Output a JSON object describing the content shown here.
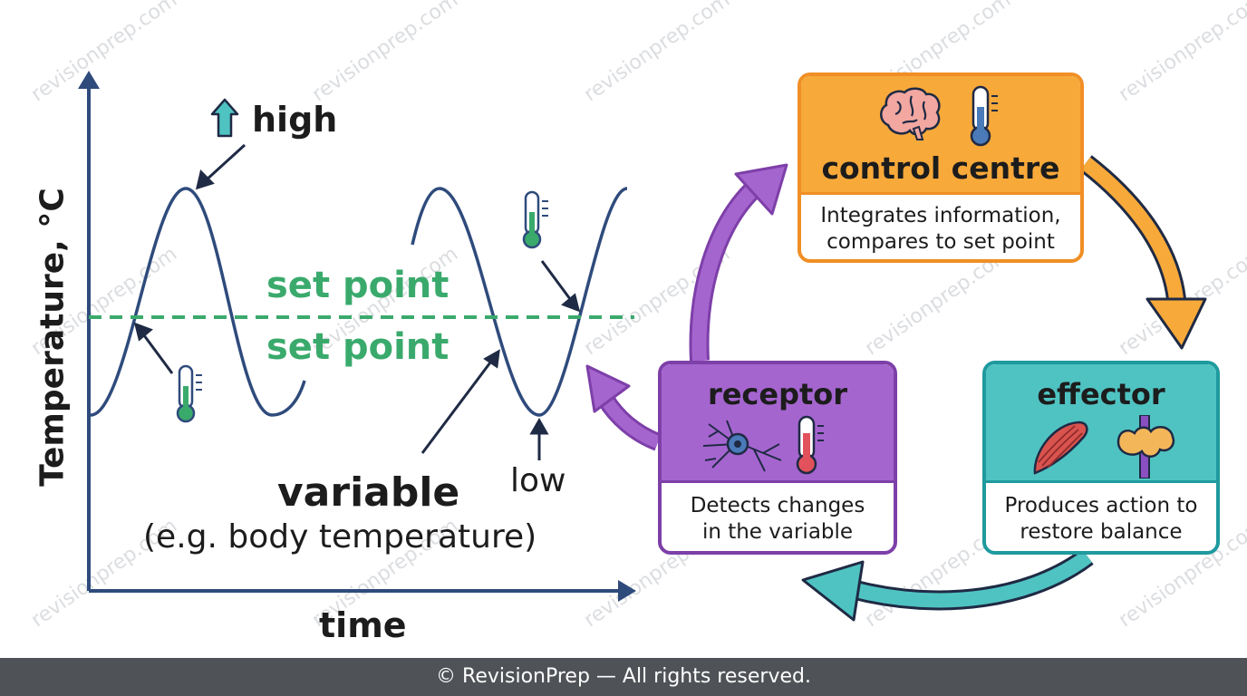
{
  "watermark": "revisionprep.com",
  "graph": {
    "y_axis_label": "Temperature, °C",
    "x_axis_label": "time",
    "high_label": "high",
    "low_label": "low",
    "setpoint_label_top": "set point",
    "setpoint_label_bottom": "set point",
    "variable_label": "variable",
    "variable_example": "(e.g. body temperature)"
  },
  "cycle": {
    "control_centre": {
      "title": "control centre",
      "desc_line1": "Integrates information,",
      "desc_line2": "compares to set point"
    },
    "receptor": {
      "title": "receptor",
      "desc_line1": "Detects changes",
      "desc_line2": "in the variable"
    },
    "effector": {
      "title": "effector",
      "desc_line1": "Produces action to",
      "desc_line2": "restore balance"
    }
  },
  "icons": [
    "brain-icon",
    "thermometer-icon",
    "neuron-icon",
    "muscle-icon",
    "pancreas-icon",
    "up-arrow-icon"
  ],
  "colors": {
    "curve": "#2f4b7c",
    "setpoint": "#3aaa6c",
    "control": "#f7a93a",
    "receptor": "#a565cf",
    "effector": "#4fc3c2",
    "footer": "#4f5257"
  },
  "footer": "© RevisionPrep — All rights reserved."
}
